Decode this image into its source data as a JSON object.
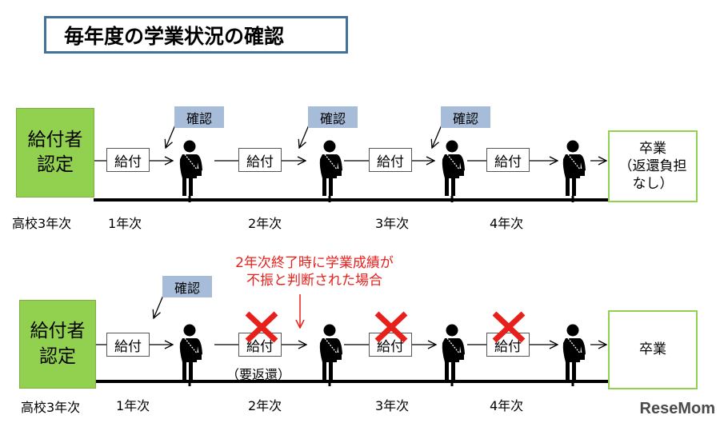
{
  "title": "毎年度の学業状況の確認",
  "recipient_box": "給付者\n認定",
  "payment_label": "給付",
  "check_label": "確認",
  "years": [
    "高校3年次",
    "1年次",
    "2年次",
    "3年次",
    "4年次"
  ],
  "top_row": {
    "graduation": "卒業\n（返還負担\nなし）"
  },
  "bottom_row": {
    "graduation": "卒業",
    "note": "2年次終了時に学業成績が\n不振と判断された場合",
    "repay": "（要返還）"
  },
  "watermark": "ReseMom",
  "colors": {
    "green": "#92d050",
    "check": "#a7bcd9",
    "red": "#e8201c",
    "title_border": "#41719c"
  }
}
